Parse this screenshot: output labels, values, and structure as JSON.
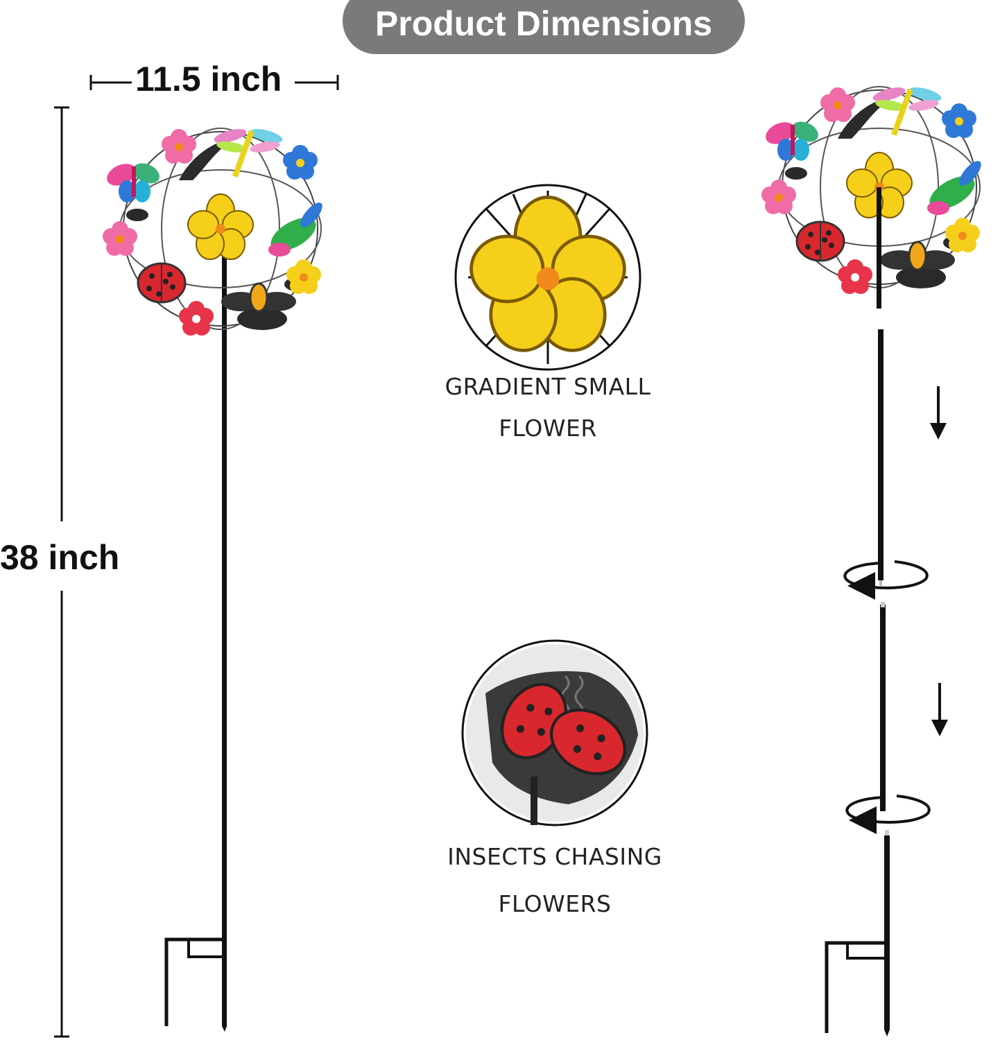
{
  "banner": {
    "title": "Product Dimensions"
  },
  "dimensions": {
    "width_label": "11.5 inch",
    "height_label": "38 inch"
  },
  "captions": {
    "flower": [
      "GRADIENT SMALL",
      "FLOWER"
    ],
    "insects": [
      "INSECTS CHASING",
      "FLOWERS"
    ]
  },
  "colors": {
    "banner_bg": "#7a7a7a",
    "pole": "#111111",
    "flower_yellow": "#f5cf1a",
    "ladybug_red": "#d9272e"
  },
  "icons": [
    "rotate-arrow-icon",
    "down-arrow-icon"
  ]
}
